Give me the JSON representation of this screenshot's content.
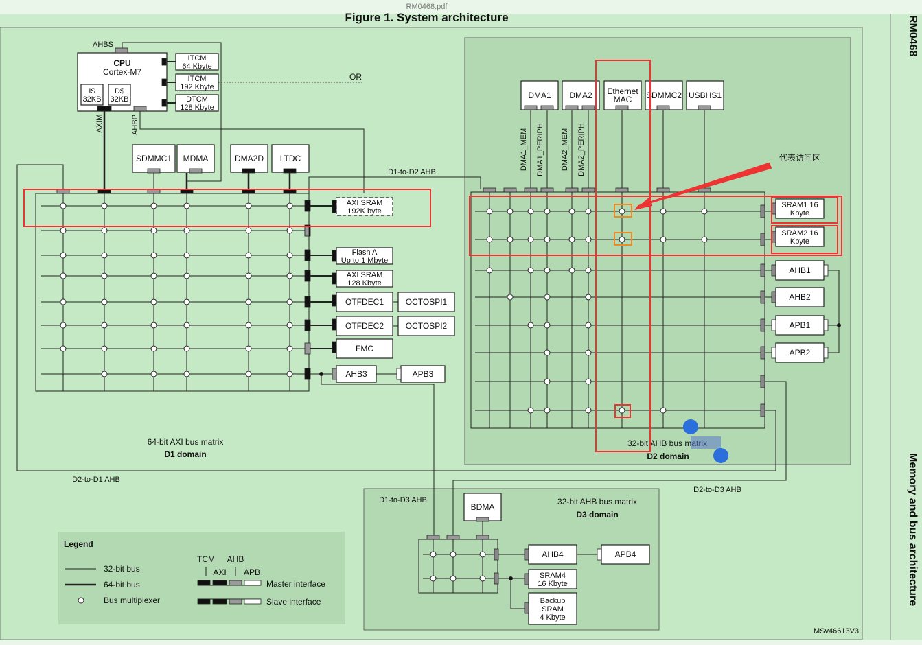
{
  "window": {
    "doc_name": "RM0468.pdf",
    "figure_title": "Figure 1. System architecture",
    "doc_id": "RM0468",
    "section_title": "Memory and bus architecture",
    "figure_code": "MSv46613V3"
  },
  "cpu": {
    "title": "CPU",
    "subtitle": "Cortex-M7",
    "icache": "I$\n32KB",
    "dcache": "D$\n32KB",
    "ahbs": "AHBS",
    "axim": "AXIM",
    "ahbp": "AHBP",
    "itcm": "ITCM\n64 Kbyte",
    "itcm2": "ITCM\n192 Kbyte",
    "dtcm": "DTCM\n128 Kbyte",
    "or_label": "OR"
  },
  "d1": {
    "masters": [
      "SDMMC1",
      "MDMA",
      "DMA2D",
      "LTDC"
    ],
    "slaves": [
      "AXI SRAM\n192K byte",
      "Flash A\nUp to 1 Mbyte",
      "AXI SRAM\n128 Kbyte",
      "OTFDEC1",
      "OTFDEC2",
      "FMC",
      "AHB3"
    ],
    "extra": [
      "OCTOSPI1",
      "OCTOSPI2",
      "APB3"
    ],
    "title": "64-bit AXI bus matrix",
    "domain": "D1 domain",
    "d1_to_d2": "D1-to-D2 AHB",
    "d2_to_d1": "D2-to-D1 AHB"
  },
  "d2": {
    "masters": [
      "DMA1",
      "DMA2",
      "Ethernet\nMAC",
      "SDMMC2",
      "USBHS1"
    ],
    "vlabels": [
      "DMA1_MEM",
      "DMA1_PERIPH",
      "DMA2_MEM",
      "DMA2_PERIPH"
    ],
    "slaves": [
      "SRAM1 16\nKbyte",
      "SRAM2 16\nKbyte",
      "AHB1",
      "AHB2",
      "APB1",
      "APB2"
    ],
    "title": "32-bit AHB bus matrix",
    "domain": "D2 domain",
    "d2_to_d3": "D2-to-D3 AHB",
    "selected": "matrix",
    "annotation": "代表访问区"
  },
  "d3": {
    "d1_to_d3": "D1-to-D3 AHB",
    "bdma": "BDMA",
    "title": "32-bit AHB bus matrix",
    "domain": "D3 domain",
    "slaves": [
      "AHB4",
      "SRAM4\n16 Kbyte",
      "Backup\nSRAM\n4 Kbyte"
    ],
    "apb4": "APB4"
  },
  "legend": {
    "title": "Legend",
    "bus32": "32-bit bus",
    "bus64": "64-bit bus",
    "mux": "Bus multiplexer",
    "tcm": "TCM",
    "ahb": "AHB",
    "axi": "AXI",
    "apb": "APB",
    "master": "Master interface",
    "slave": "Slave interface"
  },
  "colors": {
    "background": "#cdeccd",
    "panel": "#b3d9b3",
    "highlight_red": "#ee3333",
    "highlight_orange": "#f08a24",
    "selection_blue": "#2a6fdb"
  }
}
